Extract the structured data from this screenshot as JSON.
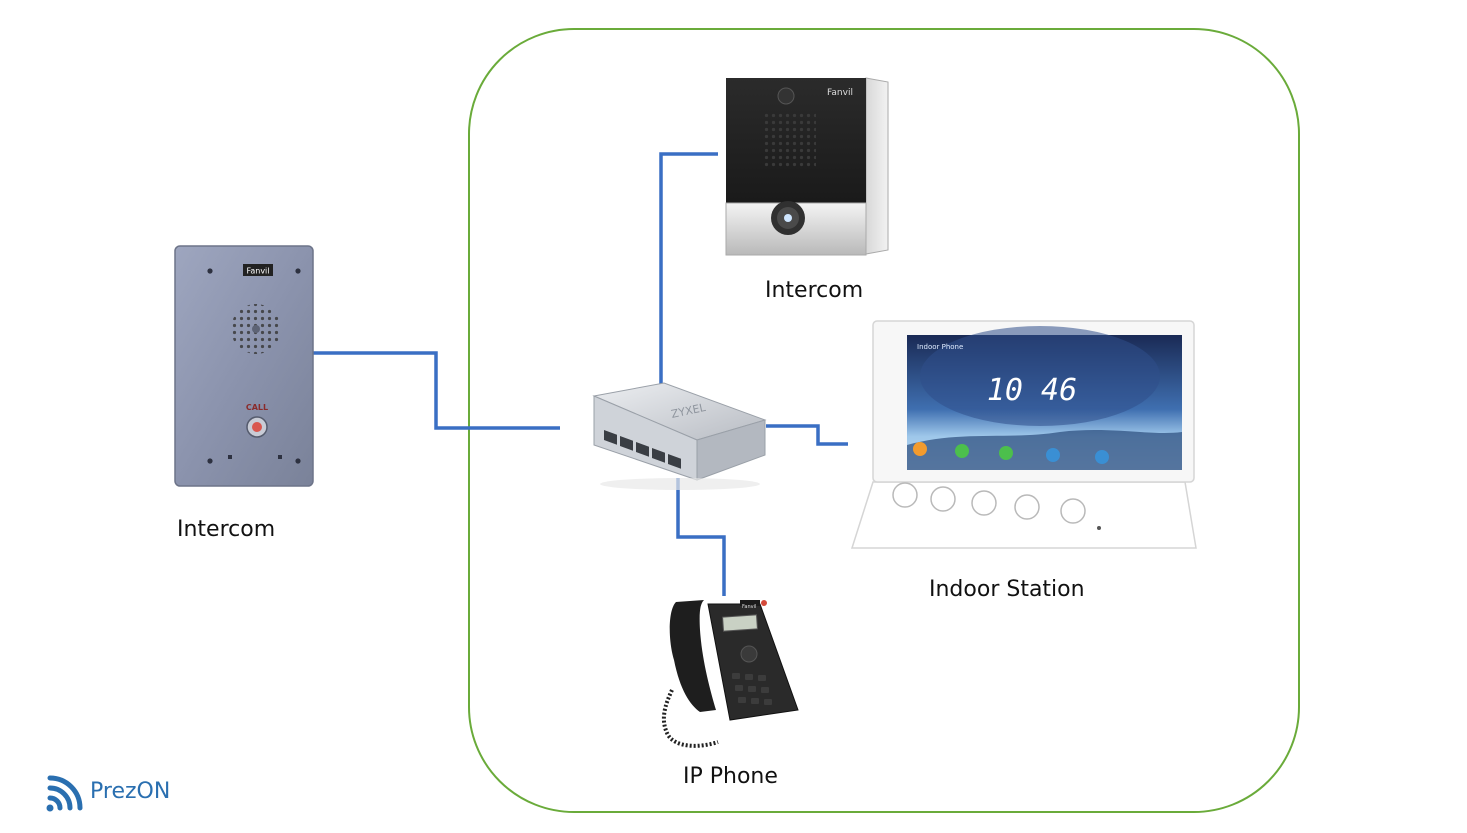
{
  "colors": {
    "boundary": "#6aab3a",
    "link": "#3a6fc4",
    "brand": "#2a6fb0"
  },
  "nodes": {
    "intercom_left": {
      "label": "Intercom",
      "brand_text": "Fanvil",
      "call_text": "CALL"
    },
    "intercom_top": {
      "label": "Intercom",
      "brand_text": "Fanvil"
    },
    "switch": {
      "brand_text": "ZYXEL"
    },
    "indoor_station": {
      "label": "Indoor Station",
      "screen_title": "Indoor Phone",
      "clock": "10 46"
    },
    "ip_phone": {
      "label": "IP Phone",
      "brand_text": "Fanvil"
    }
  },
  "logo": {
    "text": "PrezON"
  }
}
